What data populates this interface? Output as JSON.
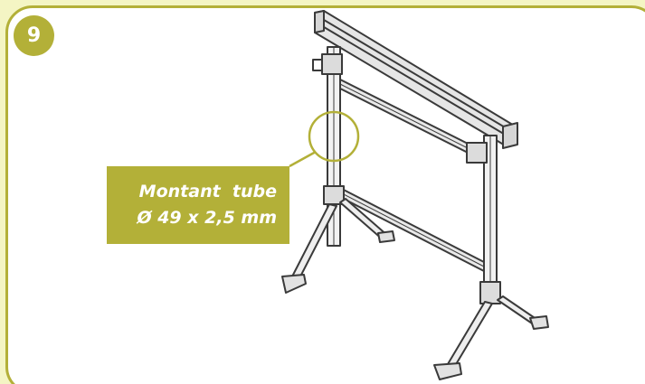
{
  "step": {
    "number": "9"
  },
  "callout": {
    "line1": "Montant  tube",
    "line2": "Ø 49 x 2,5 mm"
  },
  "colors": {
    "accent": "#b3b038",
    "background": "#f4f5c4",
    "panel": "#ffffff",
    "line_art": "#3a3a3a"
  },
  "illustration": {
    "subject": "trestle-stand-icon"
  }
}
